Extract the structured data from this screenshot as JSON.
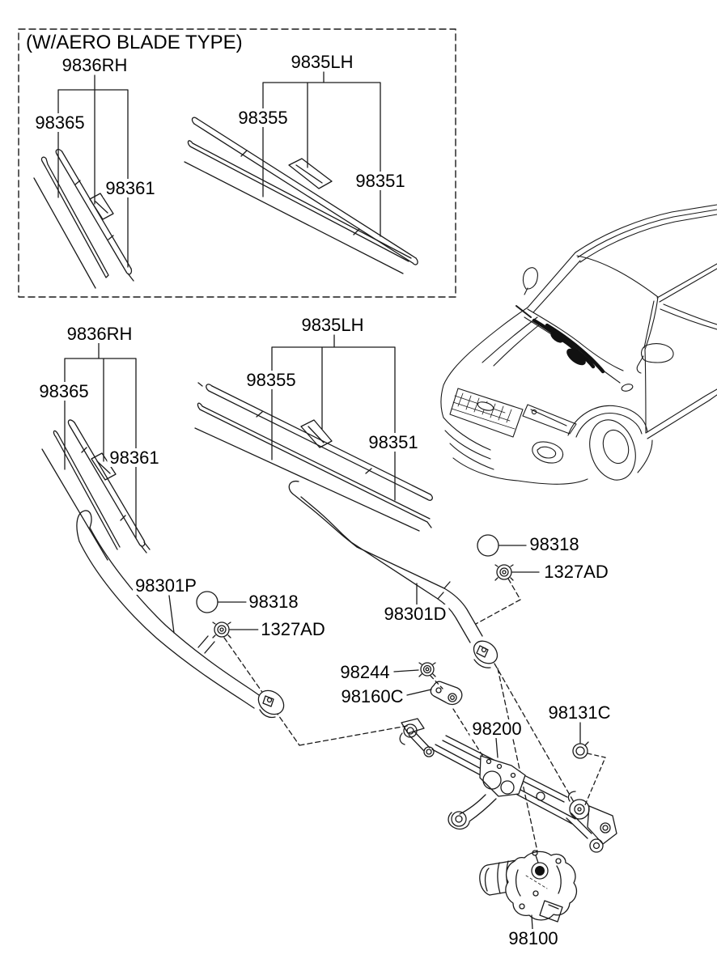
{
  "page": {
    "background": "#ffffff",
    "line_color": "#1a1a1a",
    "highlight_color": "#111111"
  },
  "aero_section": {
    "title": "(W/AERO BLADE TYPE)",
    "rh_assembly": "9836RH",
    "rh_refill": "98365",
    "rh_blade": "98361",
    "lh_assembly": "9835LH",
    "lh_refill": "98355",
    "lh_blade": "98351"
  },
  "standard_section": {
    "rh_assembly": "9836RH",
    "rh_refill": "98365",
    "rh_blade": "98361",
    "lh_assembly": "9835LH",
    "lh_refill": "98355",
    "lh_blade": "98351"
  },
  "arms": {
    "driver_arm": "98301P",
    "driver_cap": "98318",
    "driver_nut": "1327AD",
    "passenger_arm": "98301D",
    "passenger_cap": "98318",
    "passenger_nut": "1327AD"
  },
  "linkage": {
    "crank_nut": "98244",
    "mount_bracket": "98160C",
    "assembly": "98200",
    "pivot_washer": "98131C",
    "motor": "98100"
  }
}
